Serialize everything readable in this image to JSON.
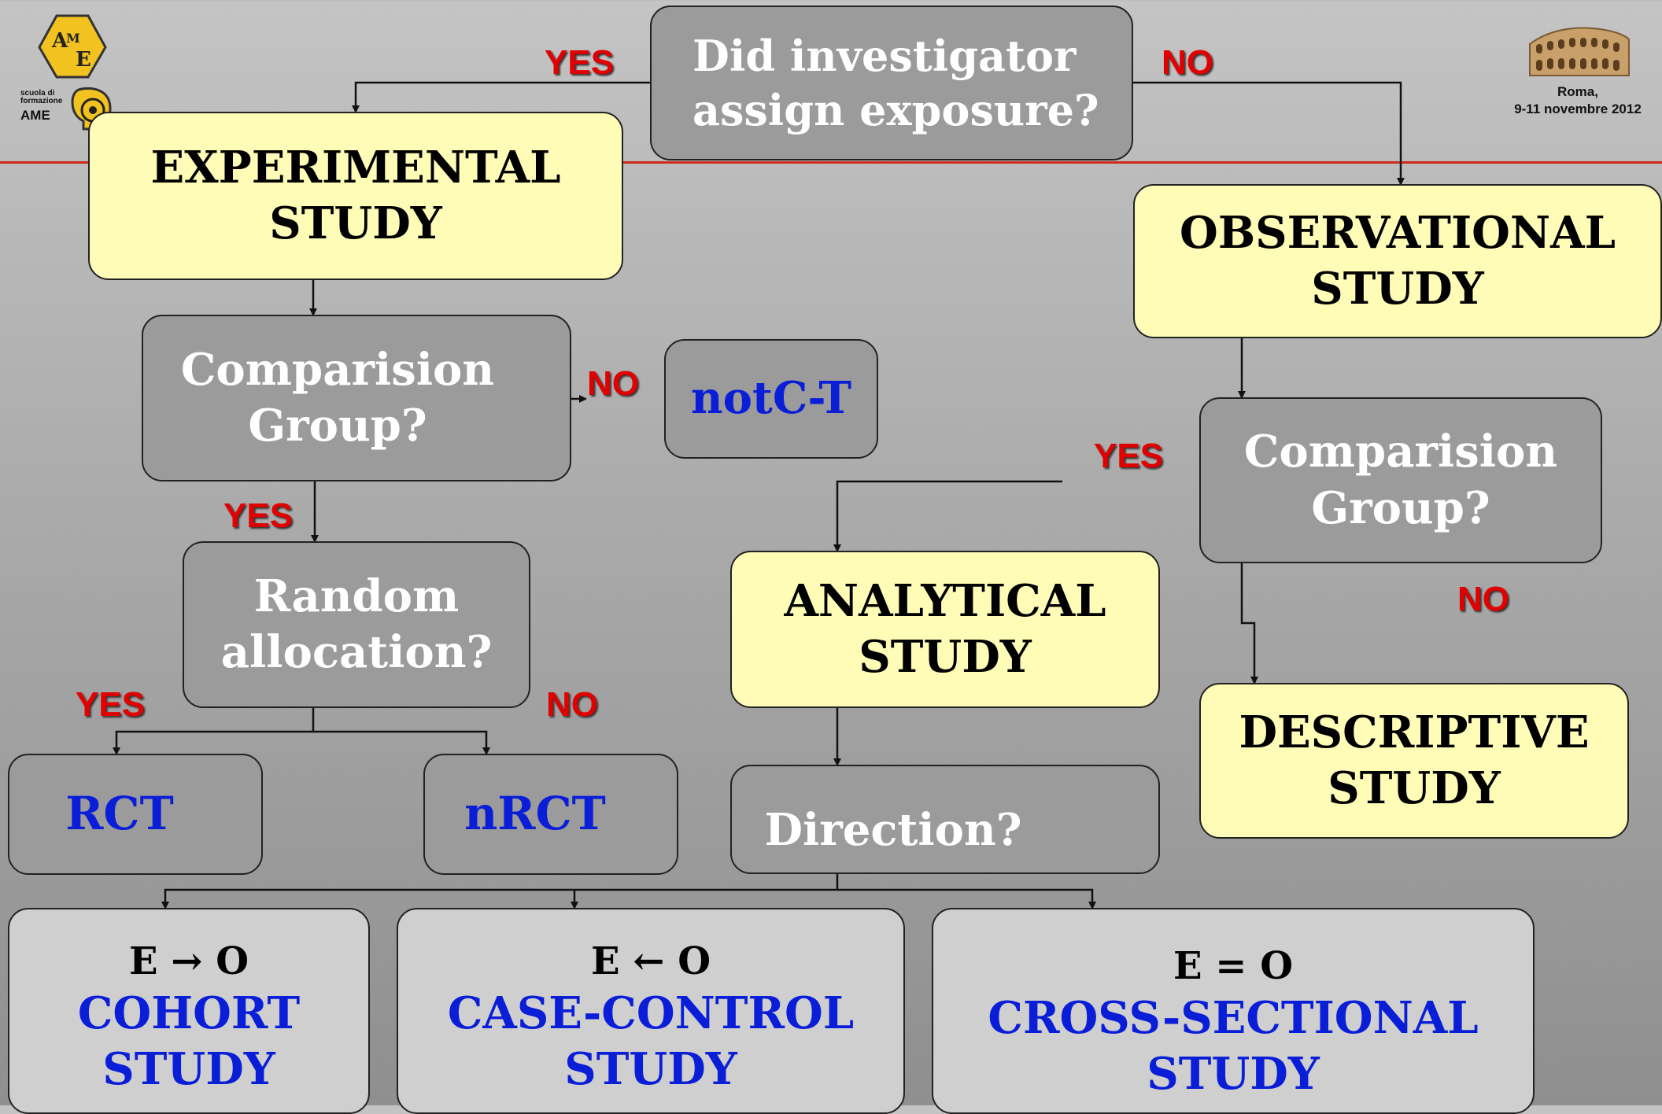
{
  "header": {
    "logo_text": "AME",
    "logo_subtext": "scuola di formazione",
    "event_location": "Roma,",
    "event_dates": "9-11 novembre 2012"
  },
  "nodes": {
    "assign_line1": "Did investigator",
    "assign_line2": "assign exposure?",
    "experimental_line1": "EXPERIMENTAL",
    "experimental_line2": "STUDY",
    "observational_line1": "OBSERVATIONAL",
    "observational_line2": "STUDY",
    "comparison_left_line1": "Comparision",
    "comparison_left_line2": "Group?",
    "notct": "notC-T",
    "random_line1": "Random",
    "random_line2": "allocation?",
    "rct": "RCT",
    "nrct": "nRCT",
    "analytical_line1": "ANALYTICAL",
    "analytical_line2": "STUDY",
    "direction": "Direction?",
    "comparison_right_line1": "Comparision",
    "comparison_right_line2": "Group?",
    "descriptive_line1": "DESCRIPTIVE",
    "descriptive_line2": "STUDY",
    "cohort_symbol": "E → O",
    "cohort_line1": "COHORT",
    "cohort_line2": "STUDY",
    "casecontrol_symbol": "E ← O",
    "casecontrol_line1": "CASE-CONTROL",
    "casecontrol_line2": "STUDY",
    "crosssectional_symbol": "E = O",
    "crosssectional_line1": "CROSS-SECTIONAL",
    "crosssectional_line2": "STUDY"
  },
  "edge_labels": {
    "yes_top": "YES",
    "no_top": "NO",
    "no_comparison_left": "NO",
    "yes_comparison_left": "YES",
    "yes_random": "YES",
    "no_random": "NO",
    "yes_comparison_right": "YES",
    "no_comparison_right": "NO"
  },
  "colors": {
    "accent_red": "#e00000",
    "study_blue": "#0a1ed8",
    "yellow_box": "#fefcb6",
    "grey_box": "#9b9b9b"
  }
}
